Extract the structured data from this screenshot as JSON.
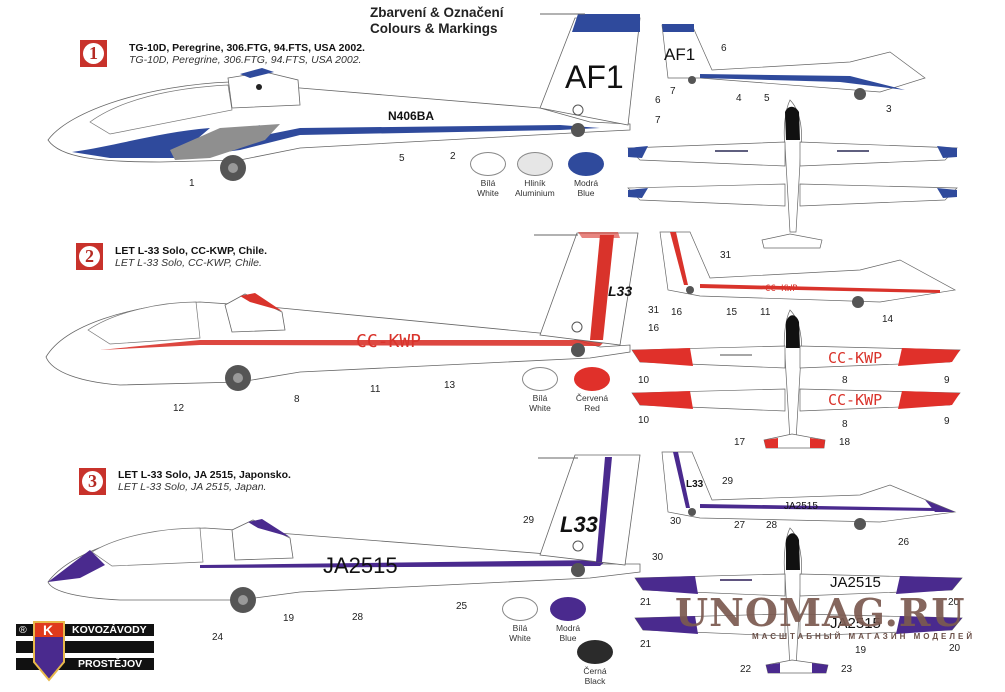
{
  "heading": {
    "line1": "Zbarvení & Označení",
    "line2": "Colours & Markings"
  },
  "schemes": [
    {
      "number": "1",
      "title_cz": "TG-10D, Peregrine, 306.FTG, 94.FTS, USA 2002.",
      "title_en": "TG-10D, Peregrine, 306.FTG, 94.FTS, USA 2002.",
      "registration": "N406BA",
      "tail_code": "AF1",
      "accent_color": "#2f4a9c",
      "secondary_color": "#8f8f8f",
      "side_view_callouts": [
        "1",
        "5",
        "2",
        "6",
        "7"
      ],
      "small_side_view_callouts": [
        "6",
        "7",
        "4",
        "5",
        "3"
      ],
      "swatches": [
        {
          "cz": "Bílá",
          "en": "White",
          "color": "#ffffff"
        },
        {
          "cz": "Hliník",
          "en": "Aluminium",
          "color": "#e6e6e6"
        },
        {
          "cz": "Modrá",
          "en": "Blue",
          "color": "#2f4a9c"
        }
      ]
    },
    {
      "number": "2",
      "title_cz": "LET L-33 Solo, CC-KWP, Chile.",
      "title_en": "LET L-33 Solo, CC-KWP, Chile.",
      "registration": "CC-KWP",
      "tail_code": "L33",
      "accent_color": "#d9332b",
      "side_view_callouts": [
        "12",
        "8",
        "11",
        "13",
        "31",
        "16"
      ],
      "small_side_view_callouts": [
        "31",
        "16",
        "15",
        "11",
        "14"
      ],
      "wing_callouts": [
        "10",
        "8",
        "9",
        "10",
        "8",
        "9",
        "17",
        "18"
      ],
      "swatches": [
        {
          "cz": "Bílá",
          "en": "White",
          "color": "#ffffff"
        },
        {
          "cz": "Červená",
          "en": "Red",
          "color": "#e0302a"
        }
      ]
    },
    {
      "number": "3",
      "title_cz": "LET L-33 Solo, JA 2515, Japonsko.",
      "title_en": "LET L-33 Solo, JA 2515, Japan.",
      "registration": "JA2515",
      "tail_code": "L33",
      "accent_color": "#4a2a8e",
      "side_view_callouts": [
        "24",
        "19",
        "28",
        "25",
        "29",
        "30"
      ],
      "small_side_view_callouts": [
        "30",
        "27",
        "28",
        "29",
        "26"
      ],
      "wing_callouts": [
        "21",
        "20",
        "21",
        "19",
        "20",
        "22",
        "23"
      ],
      "swatches": [
        {
          "cz": "Bílá",
          "en": "White",
          "color": "#ffffff"
        },
        {
          "cz": "Modrá",
          "en": "Blue",
          "color": "#4a2a8e"
        },
        {
          "cz": "Černá",
          "en": "Black",
          "color": "#2b2b2b"
        }
      ]
    }
  ],
  "logo": {
    "line1": "KOVOZÁVODY",
    "line2": "PROSTĚJOV",
    "mark": "K",
    "registered": "®"
  },
  "watermark": {
    "main": "UNOMAG.RU",
    "sub": "МАСШТАБНЫЙ МАГАЗИН МОДЕЛЕЙ"
  }
}
